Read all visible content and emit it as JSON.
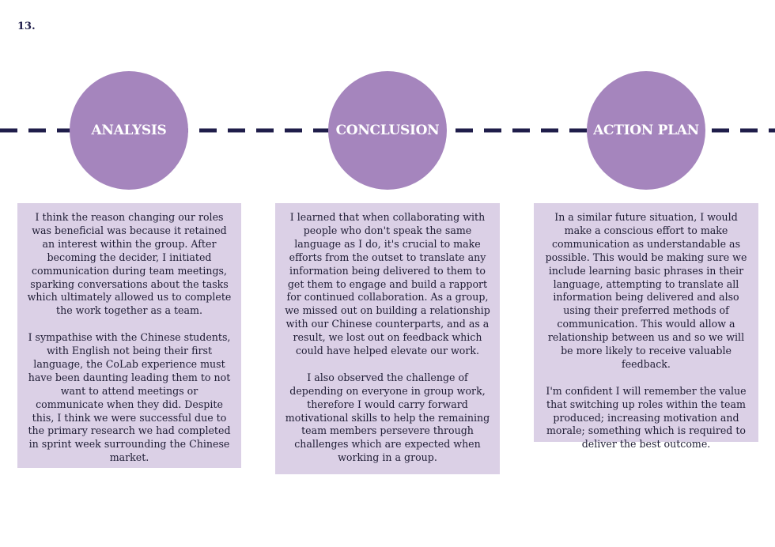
{
  "page_number": "13.",
  "colors": {
    "circle": "#a585bd",
    "panel": "#dbd0e6",
    "timeline": "#1f1d4a"
  },
  "sections": [
    {
      "title": "ANALYSIS",
      "paragraphs": [
        "I think the reason changing our roles was beneficial was because it retained an interest within the group. After becoming the decider, I initiated communication during team meetings, sparking conversations about the tasks which ultimately allowed us to complete the work together as a team.",
        "I sympathise with the Chinese students, with English not being their first language, the CoLab experience must have been daunting leading them to not want to attend meetings or communicate when they did. Despite this, I think we were successful due to the primary research we had completed in sprint week surrounding the Chinese market."
      ]
    },
    {
      "title": "CONCLUSION",
      "paragraphs": [
        "I learned that when collaborating with people who don't speak the same language as I do, it's crucial to make efforts from the outset to translate any information being delivered to them to get them to engage and build a rapport for continued collaboration. As a group, we missed out on building a relationship with our Chinese counterparts, and as a result, we lost out on feedback which could have helped elevate our work.",
        "I also observed the challenge of depending on everyone in group work, therefore I would carry forward motivational skills to help the remaining team members persevere through challenges which are expected when working in a group."
      ]
    },
    {
      "title": "ACTION PLAN",
      "paragraphs": [
        "In a similar future situation, I would make a conscious effort to make communication as understandable as possible. This would be making sure we include learning basic phrases in their language, attempting to translate all information being delivered and also using their preferred methods of communication. This would allow a relationship between us and so we will be more likely to receive valuable feedback.",
        "I'm confident I will remember the value that switching up roles within the team produced; increasing motivation and morale; something which is required to deliver the best outcome."
      ]
    }
  ]
}
